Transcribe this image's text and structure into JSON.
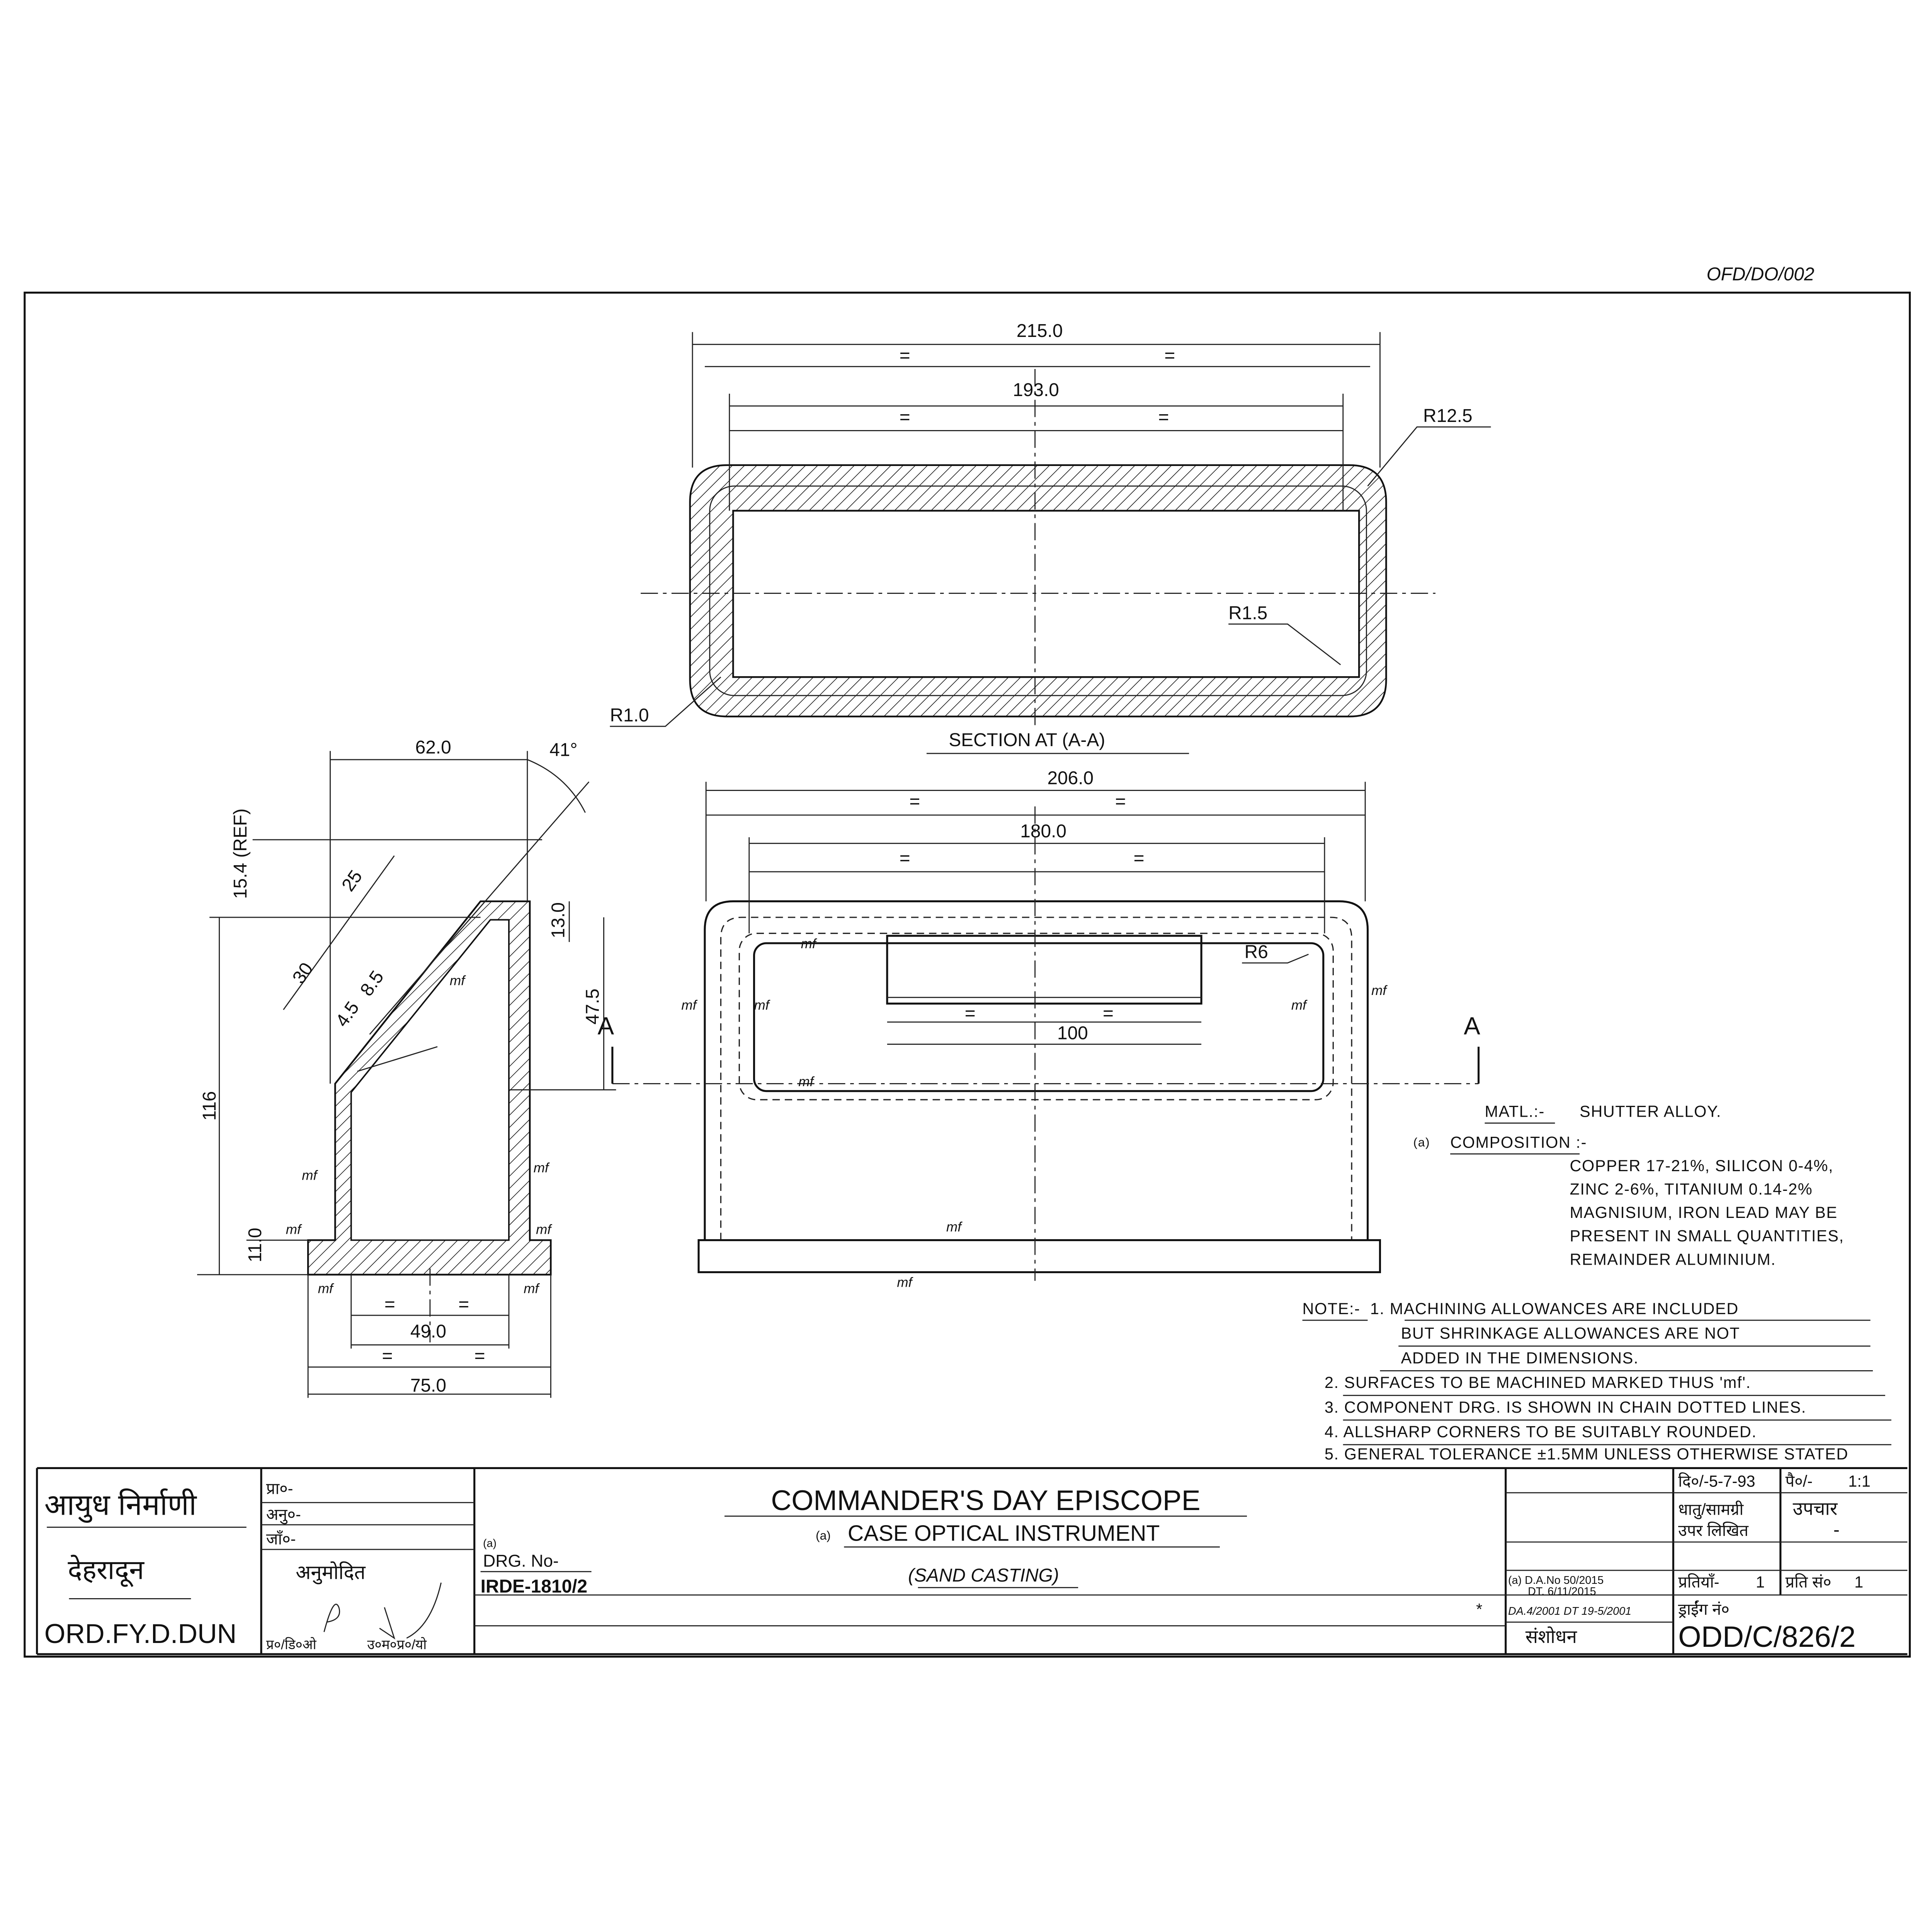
{
  "sheet_ref": "OFD/DO/002",
  "top_view": {
    "dim_overall": "215.0",
    "dim_inner": "193.0",
    "equal": "=",
    "radius_outer": "R12.5",
    "radius_inner": "R1.5",
    "radius_corner": "R1.0",
    "caption": "SECTION AT (A-A)"
  },
  "front_view": {
    "dim_overall": "206.0",
    "dim_inner": "180.0",
    "dim_window": "100",
    "equal": "=",
    "radius": "R6",
    "section_mark": "A",
    "machined_mark": "mf"
  },
  "side_view": {
    "dim_top": "62.0",
    "angle": "41°",
    "dim_ref": "15.4 (REF)",
    "dim_height": "116",
    "dim_base": "11.0",
    "dim_13": "13.0",
    "dim_47": "47.5",
    "dim_25": "25",
    "dim_30": "30",
    "dim_45": "4.5",
    "dim_85": "8.5",
    "dim_49": "49.0",
    "dim_75": "75.0",
    "equal": "=",
    "machined_mark": "mf"
  },
  "material": {
    "matl_label": "MATL.:-",
    "matl_value": "SHUTTER ALLOY.",
    "comp_prefix": "(a)",
    "comp_label": "COMPOSITION :-",
    "lines": [
      "COPPER 17-21%, SILICON 0-4%,",
      "ZINC 2-6%, TITANIUM 0.14-2%",
      "MAGNISIUM, IRON LEAD MAY BE",
      "PRESENT IN SMALL QUANTITIES,",
      "REMAINDER ALUMINIUM."
    ]
  },
  "notes": {
    "label": "NOTE:-",
    "items": [
      "1. MACHINING ALLOWANCES ARE INCLUDED",
      "BUT SHRINKAGE ALLOWANCES ARE NOT",
      "ADDED IN THE DIMENSIONS.",
      "2. SURFACES TO BE MACHINED MARKED THUS 'mf'.",
      "3. COMPONENT DRG. IS SHOWN IN CHAIN DOTTED LINES.",
      "4. ALLSHARP CORNERS TO BE SUITABLY ROUNDED.",
      "5. GENERAL TOLERANCE ±1.5MM UNLESS OTHERWISE STATED"
    ]
  },
  "title_block": {
    "org_hindi": "आयुध निर्माणी",
    "city_hindi": "देहरादून",
    "org_english": "ORD.FY.D.DUN",
    "drawn": "प्रा०-",
    "traced": "अनु०-",
    "checked": "जाँ०-",
    "approved": "अनुमोदित",
    "sign_left": "प्र०/डि०ओ",
    "sign_right": "उ०म०प्र०/यो",
    "drg_prefix": "(a)",
    "drg_label": "DRG. No-",
    "drg_ref": "IRDE-1810/2",
    "title": "COMMANDER'S DAY EPISCOPE",
    "subtitle_prefix": "(a)",
    "subtitle": "CASE OPTICAL INSTRUMENT",
    "process": "(SAND CASTING)",
    "date": "दि०/-5-7-93",
    "scale_label": "पै०/-",
    "scale": "1:1",
    "material_label": "धातु/सामग्री",
    "material_value": "उपर लिखित",
    "treatment_label": "उपचार",
    "treatment_value": "-",
    "copies_label": "प्रतियाँ-",
    "copies": "1",
    "copy_no_label": "प्रति सं०",
    "copy_no": "1",
    "amend_1a": "(a) D.A.No 50/2015",
    "amend_1b": "DT. 6/11/2015",
    "amend_2": "DA.4/2001 DT 19-5/2001",
    "amend_mark": "*",
    "revision_label": "संशोधन",
    "drawing_no_label": "ड्राईंग नं०",
    "drawing_no": "ODD/C/826/2"
  }
}
